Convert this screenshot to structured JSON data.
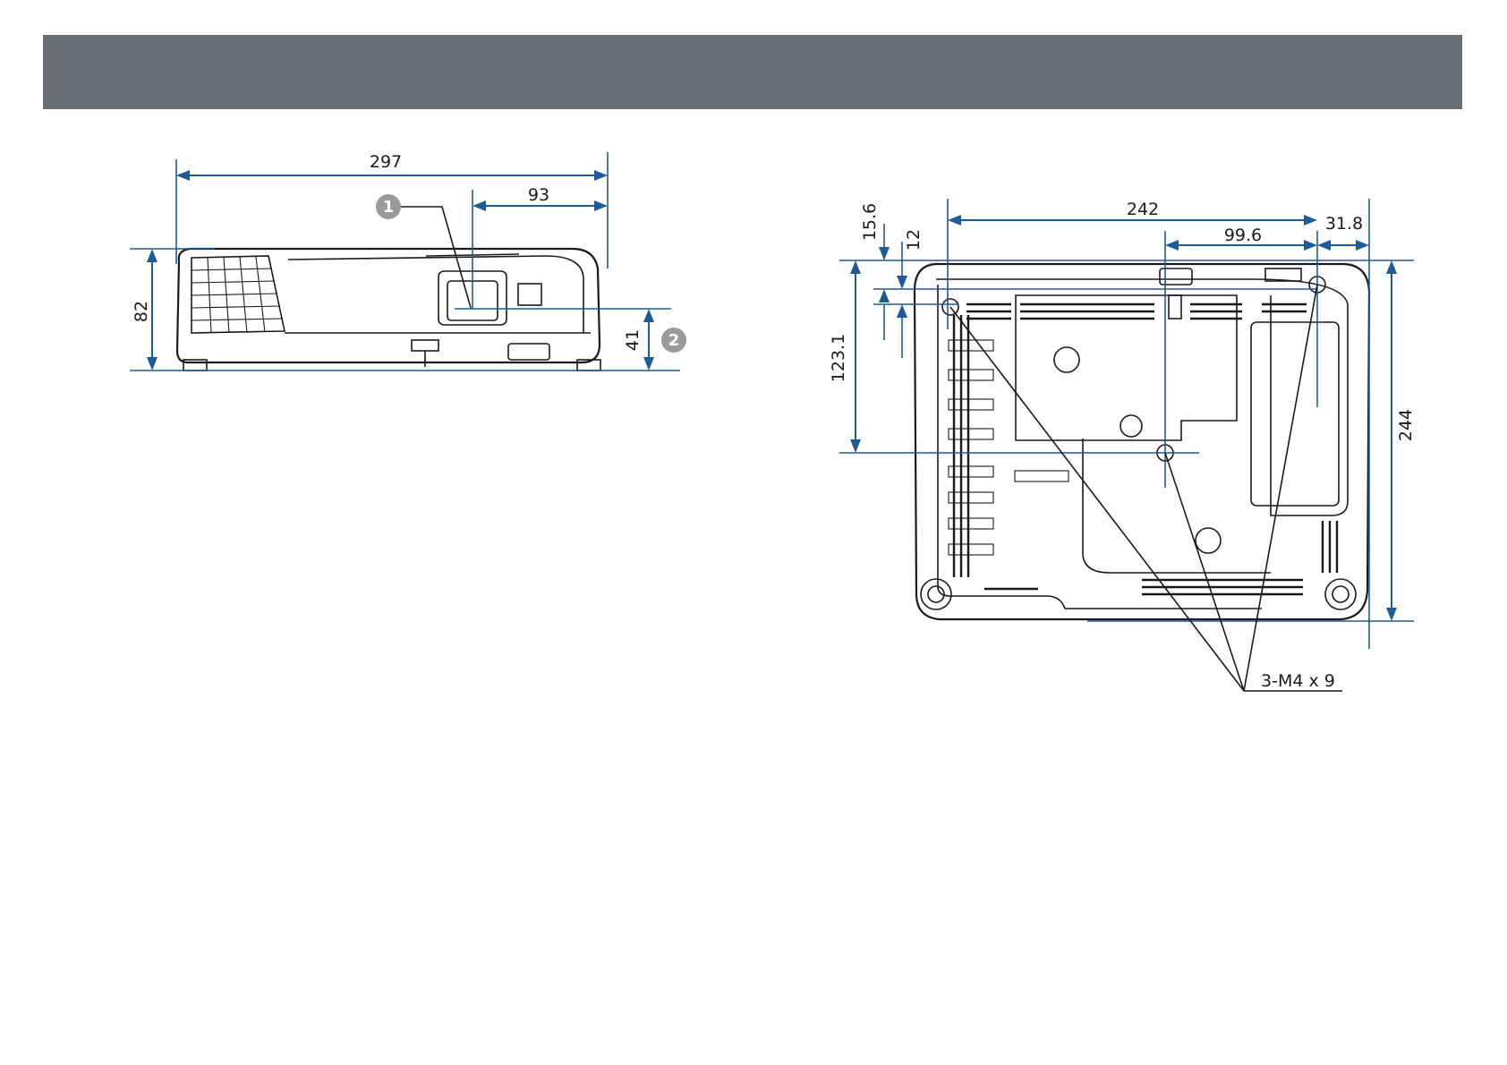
{
  "front_view": {
    "dimensions": {
      "overall_width": "297",
      "lens_offset": "93",
      "height": "82",
      "lens_height": "41"
    },
    "callouts": [
      "1",
      "2"
    ]
  },
  "bottom_view": {
    "dimensions": {
      "overall_width": "242",
      "center_offset": "99.6",
      "right_margin": "31.8",
      "top_offset_a": "15.6",
      "top_offset_b": "12",
      "hole_depth": "123.1",
      "overall_depth": "244"
    },
    "screw_label": "3-M4 x 9"
  },
  "colors": {
    "header": "#6a6d76",
    "dimension_line": "#1f5a9a",
    "callout_badge": "#9a9a9a"
  }
}
